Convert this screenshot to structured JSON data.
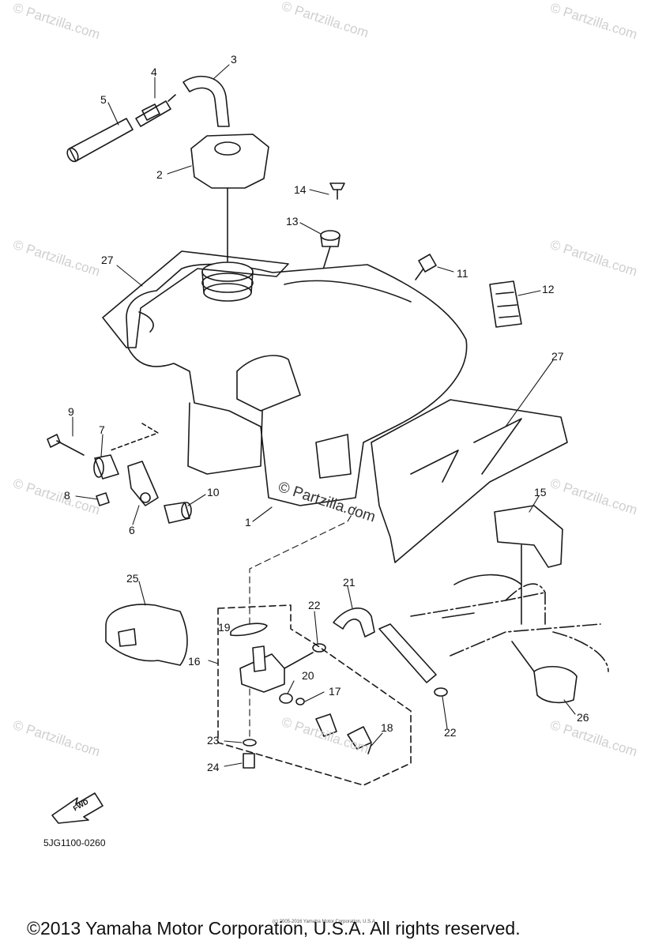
{
  "diagram": {
    "callouts": [
      "1",
      "2",
      "3",
      "4",
      "5",
      "6",
      "7",
      "8",
      "9",
      "10",
      "11",
      "12",
      "13",
      "14",
      "15",
      "16",
      "17",
      "18",
      "19",
      "20",
      "21",
      "22",
      "22",
      "23",
      "24",
      "25",
      "26",
      "27",
      "27"
    ],
    "fwd_label": "FWD",
    "diagram_code": "5JG1100-0260",
    "watermark": "© Partzilla.com",
    "copyright": "©2013 Yamaha Motor Corporation, U.S.A. All rights reserved.",
    "fine_print": "(c) 2005-2016 Yamaha Motor Corporation, U.S.A."
  },
  "colors": {
    "line": "#1a1a1a",
    "watermark": "#cfcfcf",
    "background": "#ffffff"
  }
}
